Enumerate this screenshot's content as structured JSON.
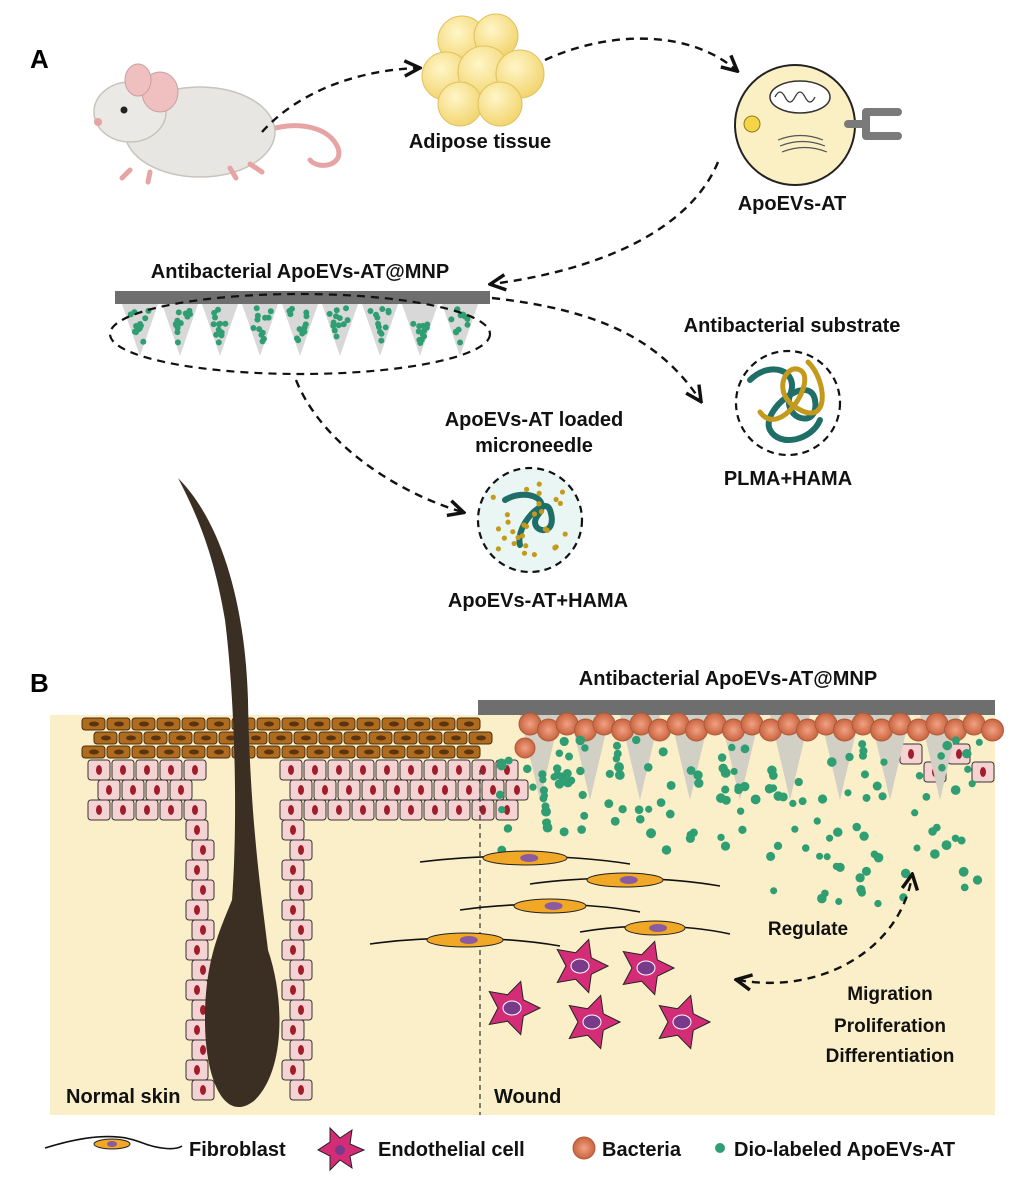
{
  "panels": {
    "a": "A",
    "b": "B"
  },
  "panel_a": {
    "mouse": "",
    "adipose": "Adipose tissue",
    "apoevs": "ApoEVs-AT",
    "mnp_title": "Antibacterial ApoEVs-AT@MNP",
    "substrate_title": "Antibacterial substrate",
    "substrate_caption": "PLMA+HAMA",
    "loaded_title_1": "ApoEVs-AT loaded",
    "loaded_title_2": "microneedle",
    "loaded_caption": "ApoEVs-AT+HAMA"
  },
  "panel_b": {
    "mnp_title": "Antibacterial ApoEVs-AT@MNP",
    "normal": "Normal skin",
    "wound": "Wound",
    "regulate": "Regulate",
    "effect_1": "Migration",
    "effect_2": "Proliferation",
    "effect_3": "Differentiation"
  },
  "legend": {
    "fibroblast": "Fibroblast",
    "endothelial": "Endothelial cell",
    "bacteria": "Bacteria",
    "dio": "Dio-labeled ApoEVs-AT"
  },
  "colors": {
    "skin_bg": "#fbefc9",
    "epidermis_top": "#b06c1e",
    "epithelial_cell": "#f6d3d3",
    "nucleus": "#a01d2c",
    "hair": "#3b2f23",
    "bacteria": "#e08a6a",
    "ev_dot": "#2f9e73",
    "patch": "#6e6e6e",
    "fibroblast": "#f0a826",
    "endothelial": "#d42d78",
    "adipose": "#f5dd7a",
    "polymer_teal": "#1f6e68",
    "polymer_gold": "#c49a1c"
  }
}
